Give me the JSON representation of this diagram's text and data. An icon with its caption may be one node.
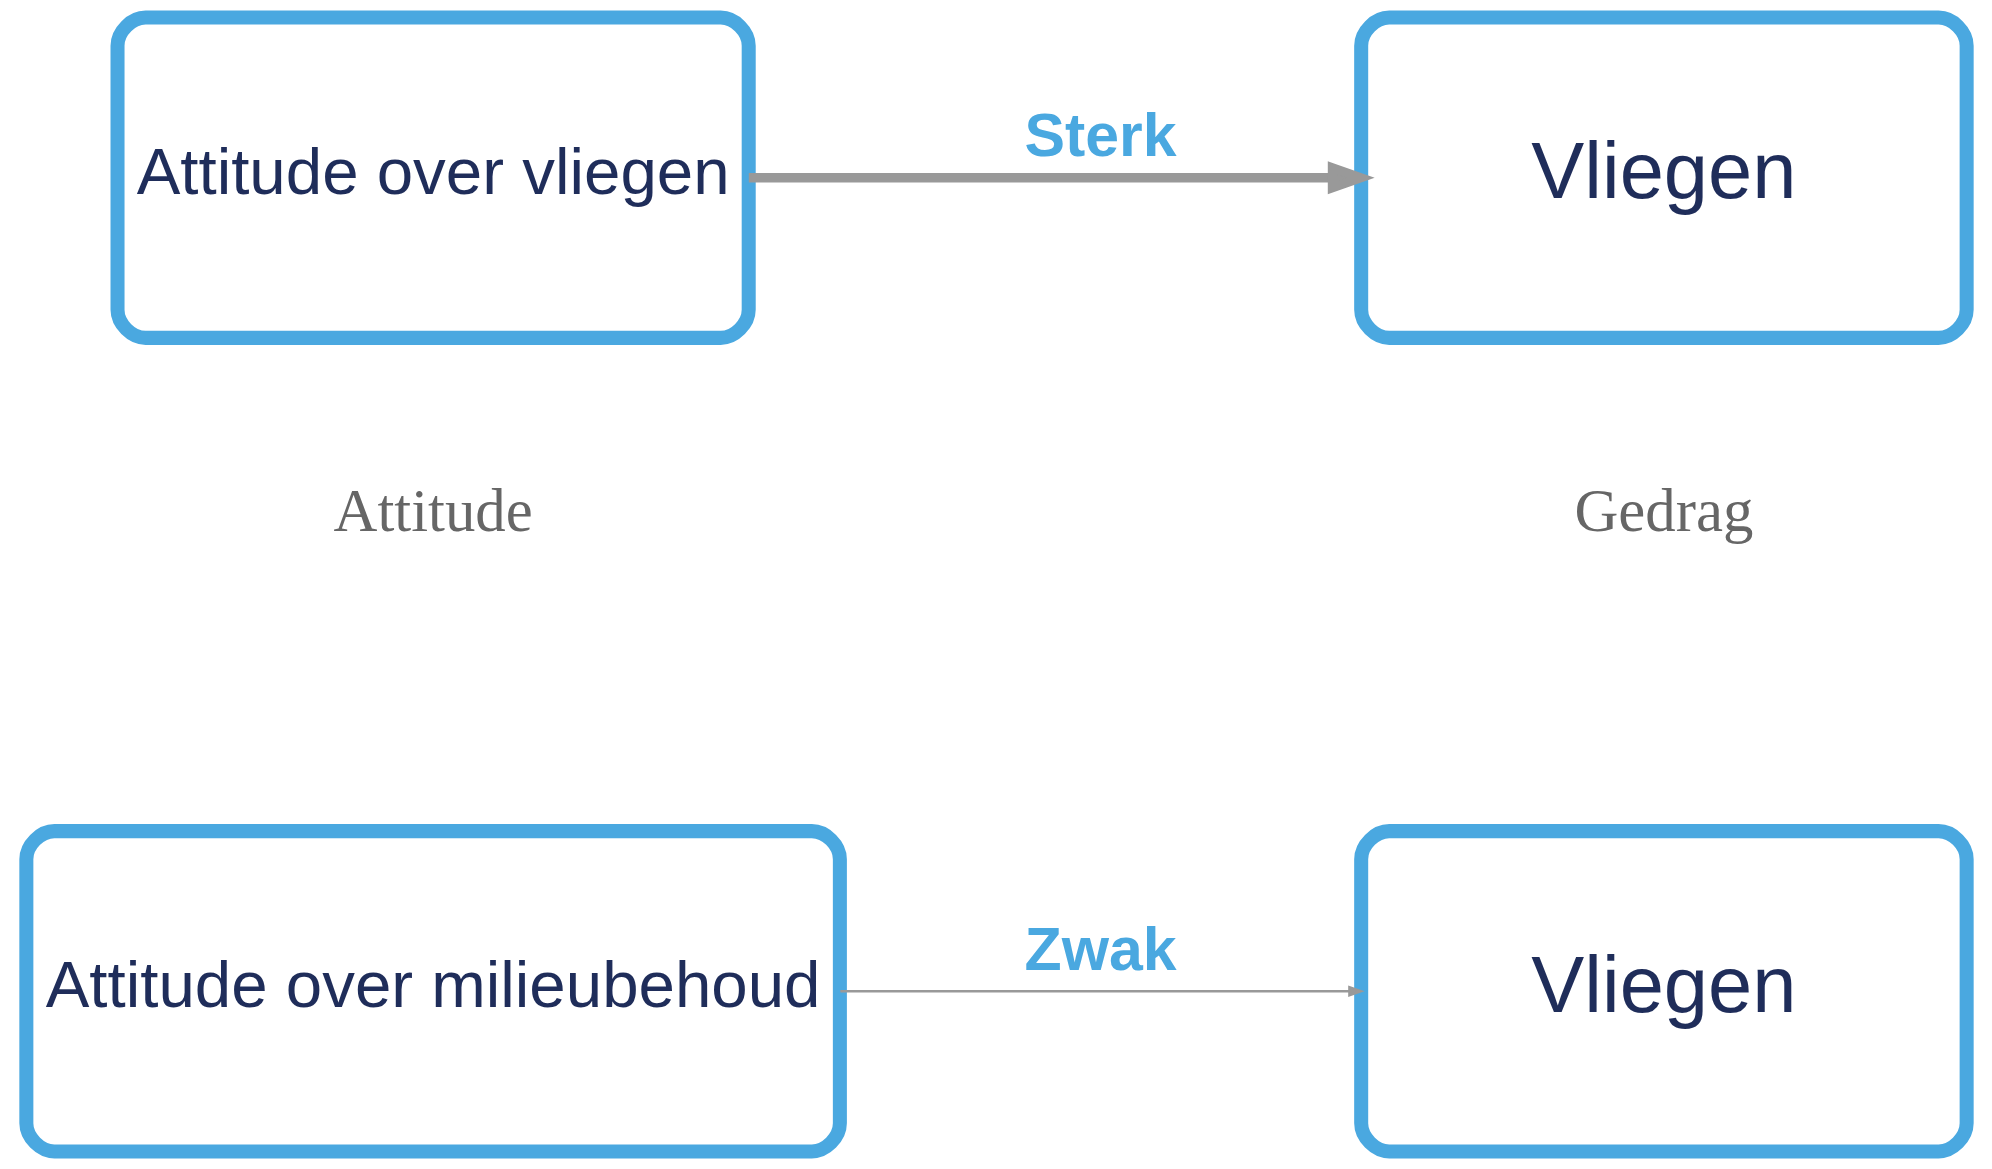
{
  "diagram": {
    "nodes": [
      {
        "text": [
          "Attitude over milieubehoud"
        ]
      },
      {
        "text": [
          "Vliegen"
        ]
      },
      {
        "text": [
          "Attitude over vliegen"
        ]
      },
      {
        "text": [
          "Vliegen"
        ]
      }
    ],
    "edges": [
      {
        "from": 0,
        "to": 1,
        "arrow": "to",
        "label": "Zwak"
      },
      {
        "from": 2,
        "to": 3,
        "arrow": "to",
        "label": "Sterk",
        "style": "thick"
      }
    ],
    "labels": [
      "Attitude",
      "Gedrag"
    ]
  }
}
